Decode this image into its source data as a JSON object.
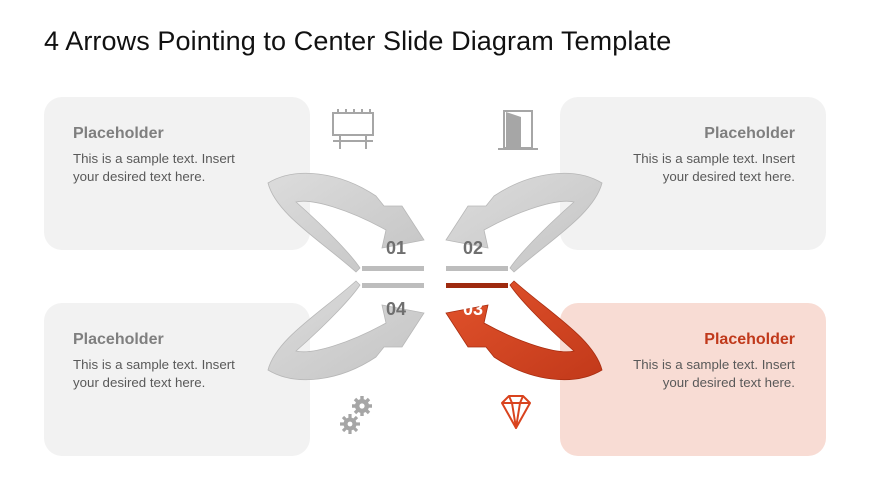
{
  "title": "4 Arrows Pointing to Center Slide Diagram Template",
  "colors": {
    "arrow_gray": "#d0d0d0",
    "arrow_gray_dark": "#aeaeae",
    "accent": "#d9431e",
    "accent_dark": "#b2300f",
    "card_gray": "#f2f2f2",
    "card_accent": "#f8dcd4",
    "icon_gray": "#a6a6a6"
  },
  "cards": [
    {
      "heading": "Placeholder",
      "body": "This is a sample text. Insert your desired text here."
    },
    {
      "heading": "Placeholder",
      "body": "This is a sample text. Insert your desired text here."
    },
    {
      "heading": "Placeholder",
      "body": "This is a sample text. Insert your desired text here."
    },
    {
      "heading": "Placeholder",
      "body": "This is a sample text. Insert your desired text here."
    }
  ],
  "arrows": [
    {
      "number": "01"
    },
    {
      "number": "02"
    },
    {
      "number": "03",
      "highlighted": true
    },
    {
      "number": "04"
    }
  ],
  "icons": [
    "billboard-icon",
    "door-icon",
    "gears-icon",
    "diamond-icon"
  ]
}
